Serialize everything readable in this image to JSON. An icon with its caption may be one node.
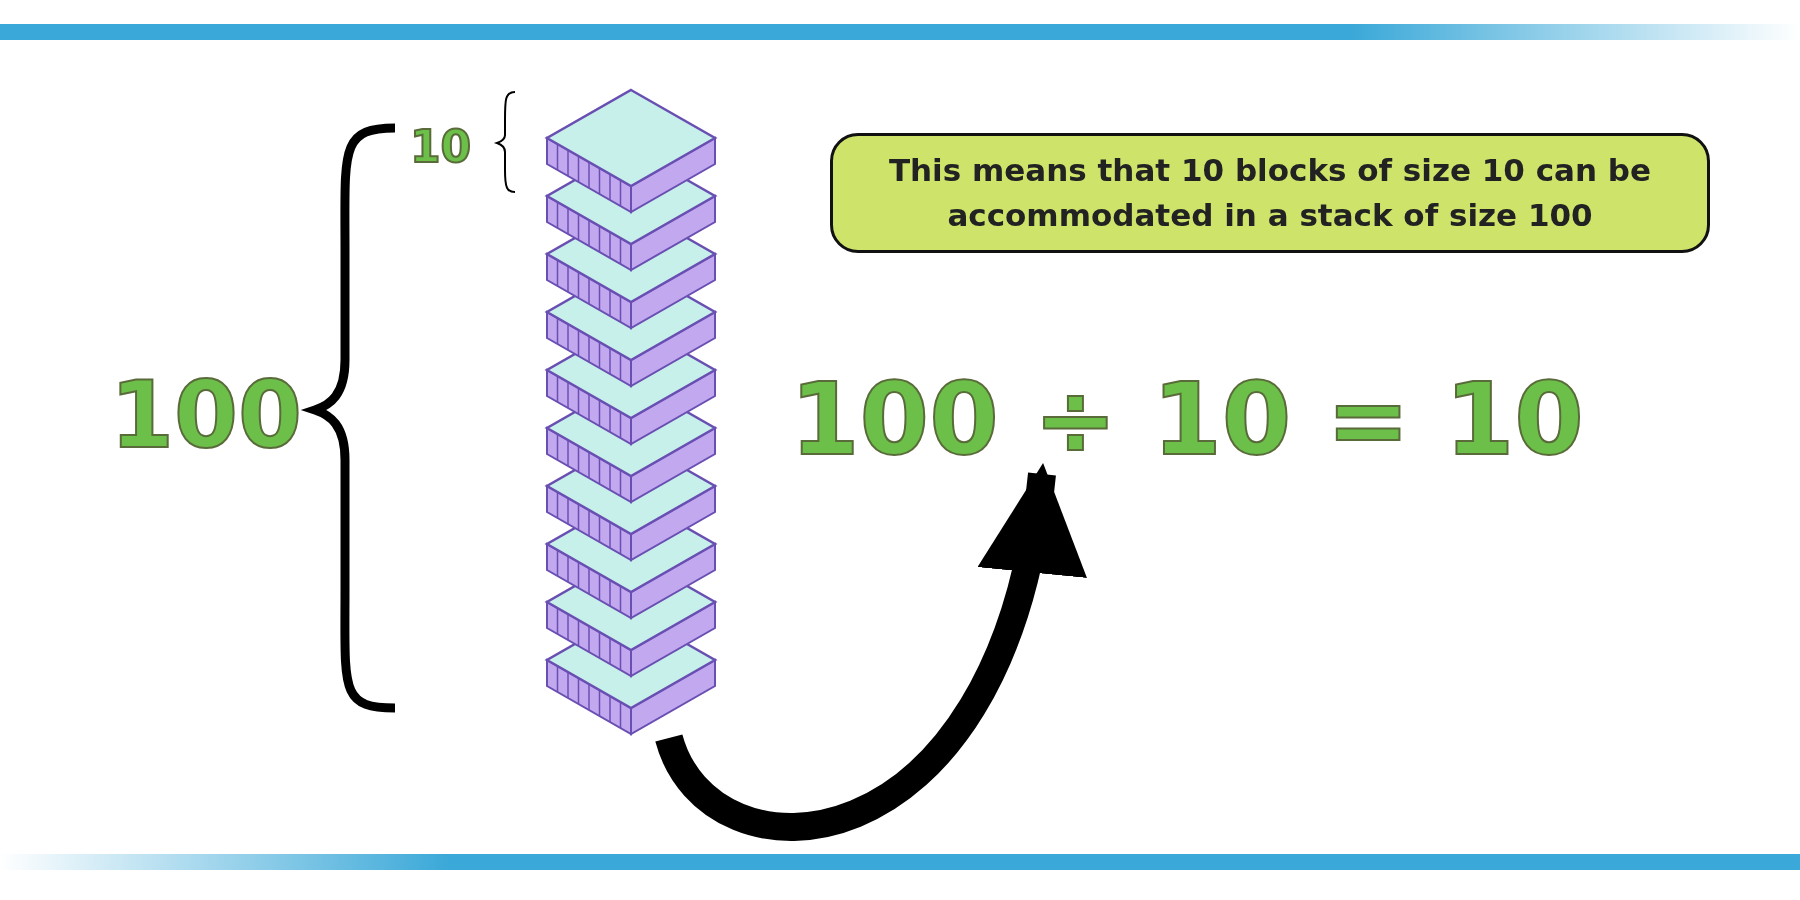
{
  "diagram": {
    "nodes": [
      {
        "text": [],
        "shape": "picture"
      },
      {
        "text": [
          "100 ÷ 10 = 10"
        ]
      },
      {
        "text": [
          "This means that 10 blocks of size 10 can be accommodated in a stack of  size 100"
        ]
      }
    ],
    "edges": [
      {
        "from": 0,
        "to": 1,
        "arrow": "to"
      }
    ],
    "labels": [
      "10",
      "100"
    ]
  }
}
